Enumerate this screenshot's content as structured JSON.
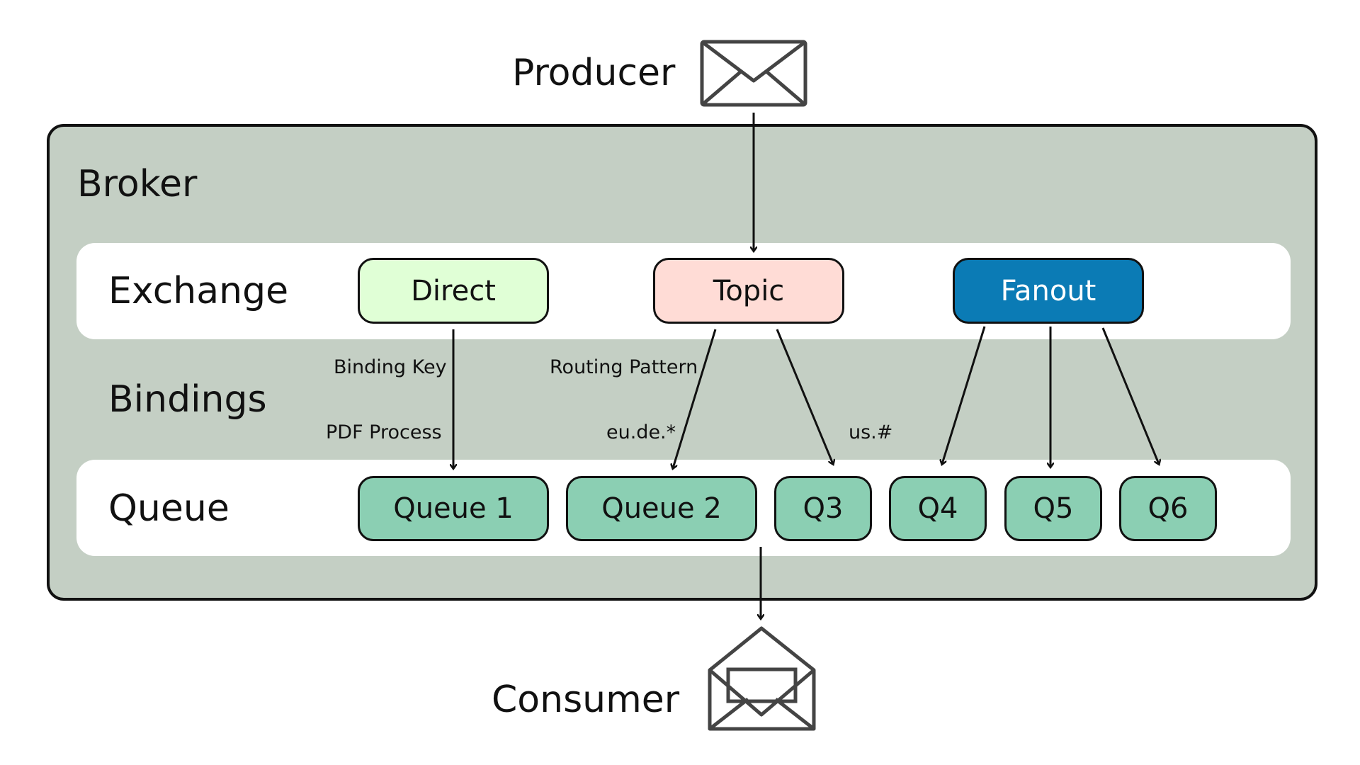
{
  "producer": {
    "label": "Producer",
    "icon": "envelope-closed"
  },
  "consumer": {
    "label": "Consumer",
    "icon": "envelope-open"
  },
  "broker": {
    "label": "Broker",
    "background": "#c4cfc4"
  },
  "rows": {
    "exchange": "Exchange",
    "bindings": "Bindings",
    "queue": "Queue"
  },
  "exchanges": {
    "direct": {
      "label": "Direct",
      "color": "#e0ffd6"
    },
    "topic": {
      "label": "Topic",
      "color": "#ffdcd6"
    },
    "fanout": {
      "label": "Fanout",
      "color": "#0b7bb5"
    }
  },
  "bindings": {
    "binding_key_header": "Binding Key",
    "binding_key_value": "PDF Process",
    "routing_pattern_header": "Routing Pattern",
    "pattern_q2": "eu.de.*",
    "pattern_q3": "us.#"
  },
  "queues": {
    "q1": "Queue 1",
    "q2": "Queue 2",
    "q3": "Q3",
    "q4": "Q4",
    "q5": "Q5",
    "q6": "Q6",
    "color": "#8bcfb3"
  }
}
